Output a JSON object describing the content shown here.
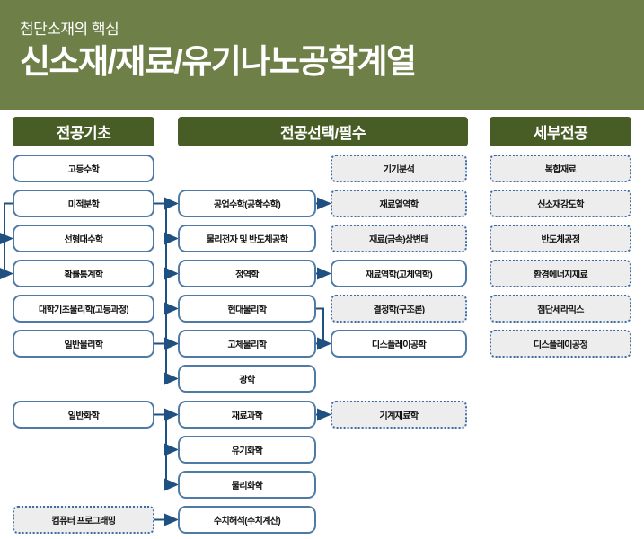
{
  "header": {
    "subtitle": "첨단소재의 핵심",
    "title": "신소재/재료/유기나노공학계열"
  },
  "column_headers": [
    {
      "id": "basics",
      "label": "전공기초"
    },
    {
      "id": "electives",
      "label": "전공선택/필수"
    },
    {
      "id": "specialties",
      "label": "세부전공"
    }
  ],
  "colors": {
    "hero_bg": "#6e7f47",
    "column_header_bg": "#485c25",
    "solid_box_border": "#4f7aa6",
    "dotted_box_border": "#3f6da5",
    "dotted_box_bg": "#ededed",
    "connector": "#1f5082"
  },
  "nodes": [
    {
      "id": "adv_math",
      "label": "고등수학",
      "col": "A",
      "row": 0,
      "variant": "solid"
    },
    {
      "id": "calculus",
      "label": "미적분학",
      "col": "A",
      "row": 1,
      "variant": "solid"
    },
    {
      "id": "linear_algebra",
      "label": "선형대수학",
      "col": "A",
      "row": 2,
      "variant": "solid"
    },
    {
      "id": "prob_stats",
      "label": "확률통계학",
      "col": "A",
      "row": 3,
      "variant": "solid"
    },
    {
      "id": "univ_basic_physics",
      "label": "대학기초물리학(고등과정)",
      "col": "A",
      "row": 4,
      "variant": "solid"
    },
    {
      "id": "gen_physics",
      "label": "일반물리학",
      "col": "A",
      "row": 5,
      "variant": "solid"
    },
    {
      "id": "gen_chem",
      "label": "일반화학",
      "col": "A",
      "row": 7,
      "variant": "solid"
    },
    {
      "id": "comp_prog",
      "label": "컴퓨터 프로그래밍",
      "col": "A",
      "row": 10,
      "variant": "dotted"
    },
    {
      "id": "eng_math",
      "label": "공업수학(공학수학)",
      "col": "B",
      "row": 1,
      "variant": "solid"
    },
    {
      "id": "phys_electronics",
      "label": "물리전자 및 반도체공학",
      "col": "B",
      "row": 2,
      "variant": "solid"
    },
    {
      "id": "statics",
      "label": "정역학",
      "col": "B",
      "row": 3,
      "variant": "solid"
    },
    {
      "id": "modern_physics",
      "label": "현대물리학",
      "col": "B",
      "row": 4,
      "variant": "solid"
    },
    {
      "id": "solid_physics",
      "label": "고체물리학",
      "col": "B",
      "row": 5,
      "variant": "solid"
    },
    {
      "id": "optics",
      "label": "광학",
      "col": "B",
      "row": 6,
      "variant": "solid"
    },
    {
      "id": "materials_science",
      "label": "재료과학",
      "col": "B",
      "row": 7,
      "variant": "solid"
    },
    {
      "id": "organic_chem",
      "label": "유기화학",
      "col": "B",
      "row": 8,
      "variant": "solid"
    },
    {
      "id": "physical_chem",
      "label": "물리화학",
      "col": "B",
      "row": 9,
      "variant": "solid"
    },
    {
      "id": "numerical_analysis",
      "label": "수치해석(수치계산)",
      "col": "B",
      "row": 10,
      "variant": "solid"
    },
    {
      "id": "instrumental_analysis",
      "label": "기기분석",
      "col": "C",
      "row": 0,
      "variant": "dotted"
    },
    {
      "id": "materials_thermo",
      "label": "재료열역학",
      "col": "C",
      "row": 1,
      "variant": "dotted"
    },
    {
      "id": "phase_transformation",
      "label": "재료(금속)상변태",
      "col": "C",
      "row": 2,
      "variant": "dotted"
    },
    {
      "id": "mechanics_materials",
      "label": "재료역학(고체역학)",
      "col": "C",
      "row": 3,
      "variant": "solid"
    },
    {
      "id": "crystallography",
      "label": "결정학(구조론)",
      "col": "C",
      "row": 4,
      "variant": "dotted"
    },
    {
      "id": "display_eng",
      "label": "디스플레이공학",
      "col": "C",
      "row": 5,
      "variant": "solid"
    },
    {
      "id": "mech_materials",
      "label": "기계재료학",
      "col": "C",
      "row": 7,
      "variant": "dotted"
    },
    {
      "id": "composites",
      "label": "복합재료",
      "col": "D",
      "row": 0,
      "variant": "dotted"
    },
    {
      "id": "strength",
      "label": "신소재강도학",
      "col": "D",
      "row": 1,
      "variant": "dotted"
    },
    {
      "id": "semiconductor_process",
      "label": "반도체공정",
      "col": "D",
      "row": 2,
      "variant": "dotted"
    },
    {
      "id": "env_energy",
      "label": "환경에너지재료",
      "col": "D",
      "row": 3,
      "variant": "dotted"
    },
    {
      "id": "ceramics",
      "label": "첨단세라믹스",
      "col": "D",
      "row": 4,
      "variant": "dotted"
    },
    {
      "id": "display_process",
      "label": "디스플레이공정",
      "col": "D",
      "row": 5,
      "variant": "dotted"
    }
  ],
  "edges": [
    {
      "from": "calculus",
      "to": "linear_algebra",
      "route": "left"
    },
    {
      "from": "calculus",
      "to": "prob_stats",
      "route": "left"
    },
    {
      "from": "calculus",
      "to": "eng_math"
    },
    {
      "from": "calculus",
      "to": "phys_electronics"
    },
    {
      "from": "calculus",
      "to": "statics"
    },
    {
      "from": "calculus",
      "to": "modern_physics"
    },
    {
      "from": "calculus",
      "to": "solid_physics"
    },
    {
      "from": "calculus",
      "to": "optics"
    },
    {
      "from": "gen_physics",
      "to": "solid_physics"
    },
    {
      "from": "eng_math",
      "to": "materials_thermo"
    },
    {
      "from": "statics",
      "to": "mechanics_materials"
    },
    {
      "from": "modern_physics",
      "to": "display_eng"
    },
    {
      "from": "solid_physics",
      "to": "display_eng"
    },
    {
      "from": "gen_chem",
      "to": "materials_science"
    },
    {
      "from": "gen_chem",
      "to": "organic_chem"
    },
    {
      "from": "gen_chem",
      "to": "physical_chem"
    },
    {
      "from": "materials_science",
      "to": "mech_materials"
    },
    {
      "from": "comp_prog",
      "to": "numerical_analysis"
    }
  ]
}
